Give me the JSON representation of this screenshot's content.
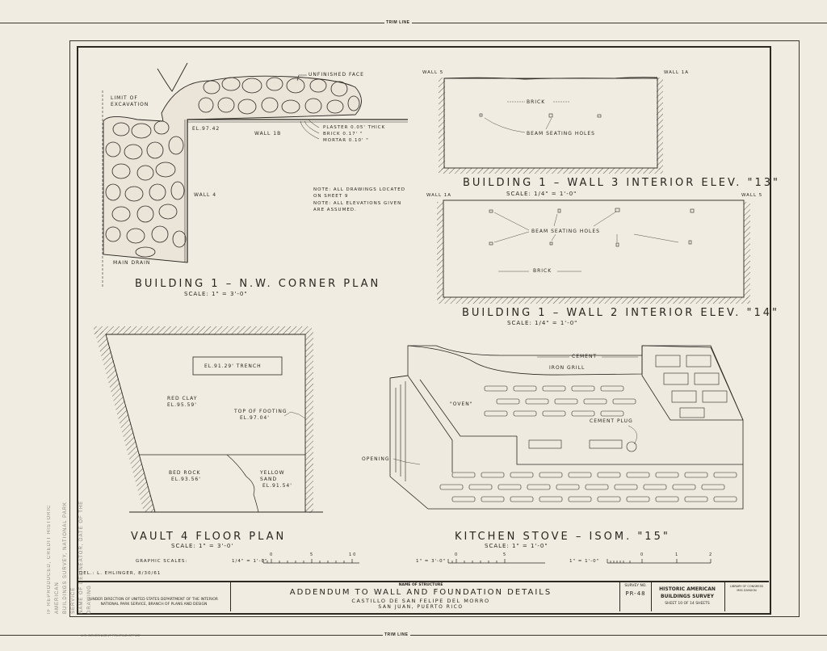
{
  "sheet": {
    "trim_label_top": "TRIM LINE",
    "trim_label_bottom": "TRIM LINE",
    "side_stamp": [
      "IF REPRODUCED, CREDIT HISTORIC AMERICAN",
      "BUILDINGS SURVEY, NATIONAL PARK SERVICE",
      "NAME OF DELINEATOR, DATE OF THE DRAWING"
    ],
    "printer_mark": "U.S. GOVERNMENT PRINTING OFFICE"
  },
  "drawings": {
    "nw_corner": {
      "title": "BUILDING 1 – N.W. CORNER PLAN",
      "scale": "SCALE: 1\" = 3'-0\"",
      "labels": {
        "limit": "LIMIT OF EXCAVATION",
        "unfinished_face": "UNFINISHED FACE",
        "elevation": "EL.97.42",
        "wall_1b": "WALL 1B",
        "wall_4": "WALL 4",
        "main_drain": "MAIN DRAIN",
        "plaster": "PLASTER 0.05' THICK",
        "brick": "BRICK   0.17'   \"",
        "mortar": "MORTAR  0.10'  \""
      },
      "notes": [
        "NOTE: ALL DRAWINGS LOCATED ON SHEET 9",
        "NOTE: ALL ELEVATIONS GIVEN ARE ASSUMED."
      ]
    },
    "wall3": {
      "title": "BUILDING 1 – WALL 3 INTERIOR ELEV. \"13\"",
      "scale": "SCALE: 1/4\" = 1'-0\"",
      "labels": {
        "left_wall": "WALL 5",
        "right_wall": "WALL 1A",
        "brick": "BRICK",
        "holes": "BEAM SEATING HOLES"
      }
    },
    "wall2": {
      "title": "BUILDING 1 – WALL 2 INTERIOR ELEV. \"14\"",
      "scale": "SCALE: 1/4\" = 1'-0\"",
      "labels": {
        "left_wall": "WALL 1A",
        "right_wall": "WALL 5",
        "holes": "BEAM SEATING HOLES",
        "brick": "BRICK"
      }
    },
    "vault4": {
      "title": "VAULT 4 FLOOR PLAN",
      "scale": "SCALE: 1\" = 3'-0'",
      "labels": {
        "trench": "EL.91.29' TRENCH",
        "red_clay": "RED CLAY",
        "red_clay_el": "EL.95.59'",
        "footing": "TOP OF FOOTING",
        "footing_el": "EL.97.04'",
        "bed_rock": "BED ROCK",
        "bed_rock_el": "EL.93.56'",
        "yellow_sand": "YELLOW SAND",
        "yellow_sand_el": "EL.91.54'"
      }
    },
    "stove": {
      "title": "KITCHEN STOVE – ISOM. \"15\"",
      "scale": "SCALE: 1\" = 1'-0\"",
      "labels": {
        "cement": "CEMENT",
        "iron_grill": "IRON GRILL",
        "oven": "\"OVEN\"",
        "cement_plug": "CEMENT PLUG",
        "opening": "OPENING"
      }
    }
  },
  "graphic_scales": {
    "label": "GRAPHIC SCALES:",
    "scales": [
      {
        "name": "1/4\" = 1'-0\"",
        "ticks": [
          "0",
          "5",
          "10"
        ]
      },
      {
        "name": "1\" = 3'-0\"",
        "ticks": [
          "0",
          "5"
        ]
      },
      {
        "name": "1\" = 1'-0\"",
        "ticks": [
          "0",
          "1",
          "2"
        ]
      }
    ]
  },
  "delineator": "DEL.: L. EHLINGER, 8/30/61",
  "title_block": {
    "agency": "UNDER DIRECTION OF UNITED STATES DEPARTMENT OF THE INTERIOR",
    "agency2": "NATIONAL PARK SERVICE, BRANCH OF PLANS AND DESIGN",
    "name_label": "NAME OF STRUCTURE",
    "main_title": "ADDENDUM TO WALL AND FOUNDATION DETAILS",
    "structure": "CASTILLO DE SAN FELIPE DEL MORRO",
    "location": "SAN JUAN, PUERTO RICO",
    "survey_label": "SURVEY NO.",
    "survey_no": "PR-48",
    "habs1": "HISTORIC AMERICAN",
    "habs2": "BUILDINGS SURVEY",
    "sheet": "SHEET 10 OF 14 SHEETS",
    "library": "LIBRARY OF CONGRESS",
    "library2": "MSS DIVISION"
  }
}
